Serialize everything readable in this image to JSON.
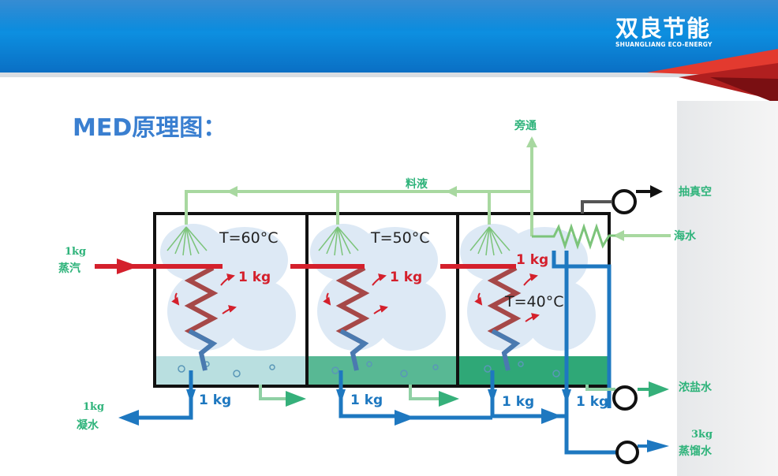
{
  "logo": {
    "cn": "双良节能",
    "en": "SHUANGLIANG ECO-ENERGY"
  },
  "title": "MED原理图：",
  "labels": {
    "bypass": "旁通",
    "feed": "料液",
    "vacuum": "抽真空",
    "seawater": "海水",
    "steam_qty": "1kg",
    "steam": "蒸汽",
    "condensate_qty": "1kg",
    "condensate": "凝水",
    "brine": "浓盐水",
    "distillate_qty": "3kg",
    "distillate": "蒸馏水"
  },
  "effects": [
    {
      "temp": "T=60°C",
      "vapor": "1 kg",
      "out": "1 kg"
    },
    {
      "temp": "T=50°C",
      "vapor": "1 kg",
      "out": "1 kg"
    },
    {
      "temp": "T=40°C",
      "vapor": "1 kg",
      "out": "1 kg"
    }
  ],
  "last_out": "1 kg",
  "colors": {
    "header": "#0a7fd6",
    "title": "#3a7fd0",
    "label": "#2eb37a",
    "steam": "#d4202c",
    "water": "#1e78c0",
    "feed_line": "#a8d8a0",
    "brine_flow": "#35b07a"
  },
  "icons": [
    "pump-icon",
    "coil-icon",
    "spray-nozzle-icon"
  ]
}
